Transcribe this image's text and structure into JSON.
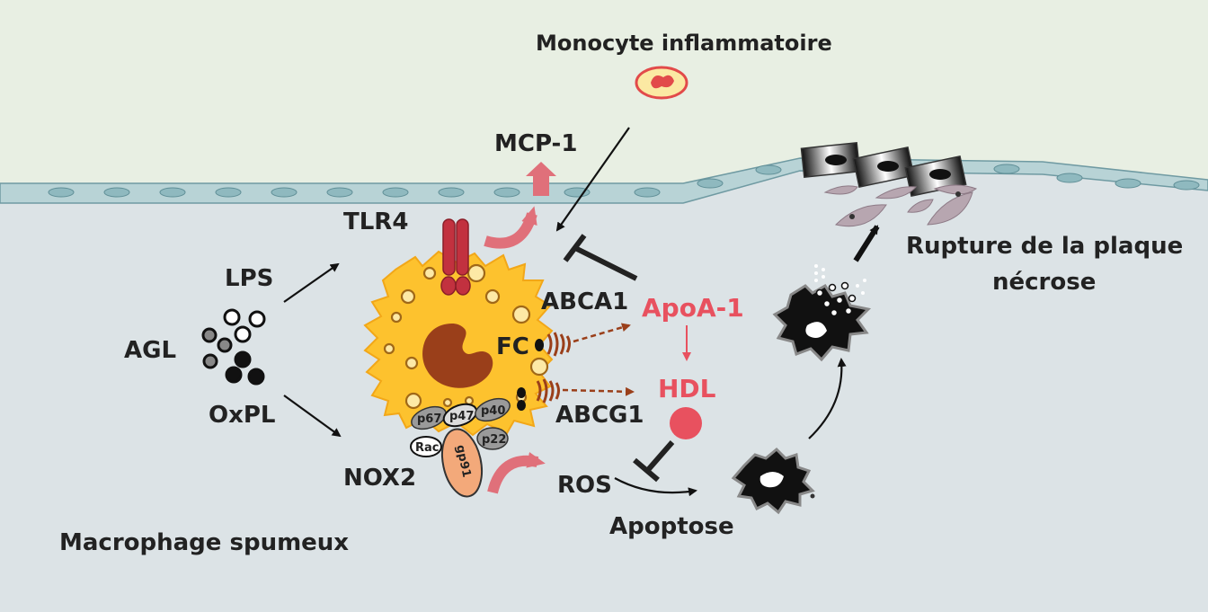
{
  "labels": {
    "monocyte": "Monocyte inflammatoire",
    "mcp1": "MCP-1",
    "tlr4": "TLR4",
    "lps": "LPS",
    "agl": "AGL",
    "oxpl": "OxPL",
    "nox2": "NOX2",
    "macrophage": "Macrophage spumeux",
    "abca1": "ABCA1",
    "fc": "FC",
    "abcg1": "ABCG1",
    "apoa1": "ApoA-1",
    "hdl": "HDL",
    "ros": "ROS",
    "apoptose": "Apoptose",
    "rupture_line1": "Rupture de la plaque",
    "rupture_line2": "nécrose"
  },
  "nox2_subunits": {
    "p67": "p67",
    "p47": "p47",
    "p40": "p40",
    "rac": "Rac",
    "p22": "p22",
    "gp91": "gp91"
  },
  "colors": {
    "lumen": "#e8efe3",
    "intima": "#dce3e6",
    "endothelium": "#b8d3d6",
    "endothelial_nucleus": "#8fb9bf",
    "macrophage": "#fdc22e",
    "nucleus": "#9a3f1a",
    "receptor": "#c2313f",
    "highlight_text": "#e8515f",
    "hdl": "#e8515f",
    "curved_arrow": "#e0707a",
    "gp91": "#f3a97a",
    "subunit_gray": "#9a9a9a",
    "dead_cell": "#111111"
  }
}
